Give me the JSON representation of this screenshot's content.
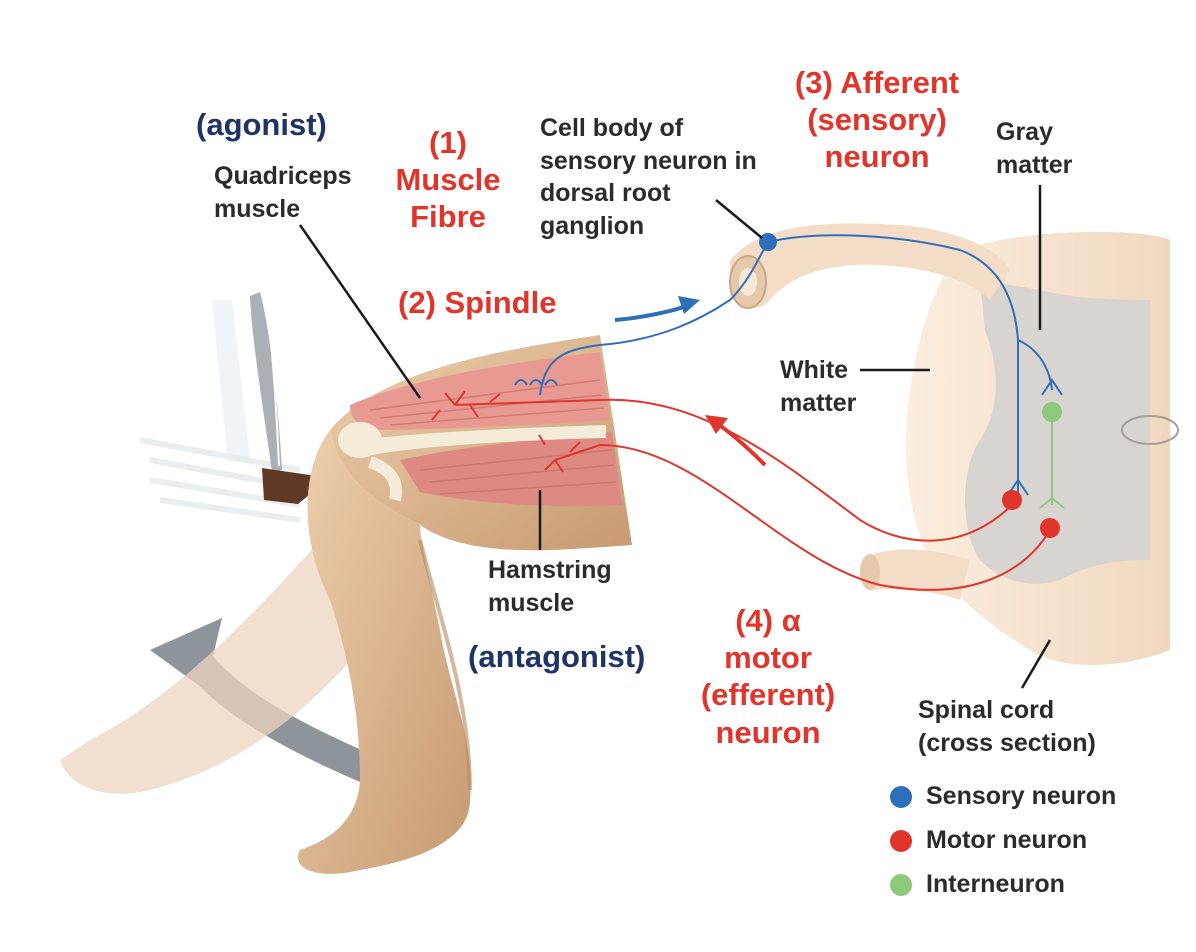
{
  "labels": {
    "agonist": "(agonist)",
    "quadriceps": [
      "Quadriceps",
      "muscle"
    ],
    "muscle_fibre": [
      "(1)",
      "Muscle",
      "Fibre"
    ],
    "cell_body": [
      "Cell body of",
      "sensory neuron in",
      "dorsal root",
      "ganglion"
    ],
    "afferent": [
      "(3) Afferent",
      "(sensory)",
      "neuron"
    ],
    "gray_matter": [
      "Gray",
      "matter"
    ],
    "spindle": "(2) Spindle",
    "white_matter": [
      "White",
      "matter"
    ],
    "hamstring": [
      "Hamstring",
      "muscle"
    ],
    "antagonist": "(antagonist)",
    "motor": [
      "(4) α",
      "motor",
      "(efferent)",
      "neuron"
    ],
    "spinal_cord": [
      "Spinal cord",
      "(cross section)"
    ]
  },
  "legend": [
    {
      "label": "Sensory neuron",
      "color": "#2f6fba"
    },
    {
      "label": "Motor neuron",
      "color": "#e1352b"
    },
    {
      "label": "Interneuron",
      "color": "#8cc97a"
    }
  ],
  "colors": {
    "label_red": "#e1352b",
    "label_navy": "#1f3466",
    "sensory": "#2f6fba",
    "motor": "#e1352b",
    "interneuron": "#8cc97a",
    "skin": "#e3bc96",
    "muscle": "#e89a92",
    "gray_matter": "#d8d4d0",
    "white_matter": "#f6e6d4"
  }
}
